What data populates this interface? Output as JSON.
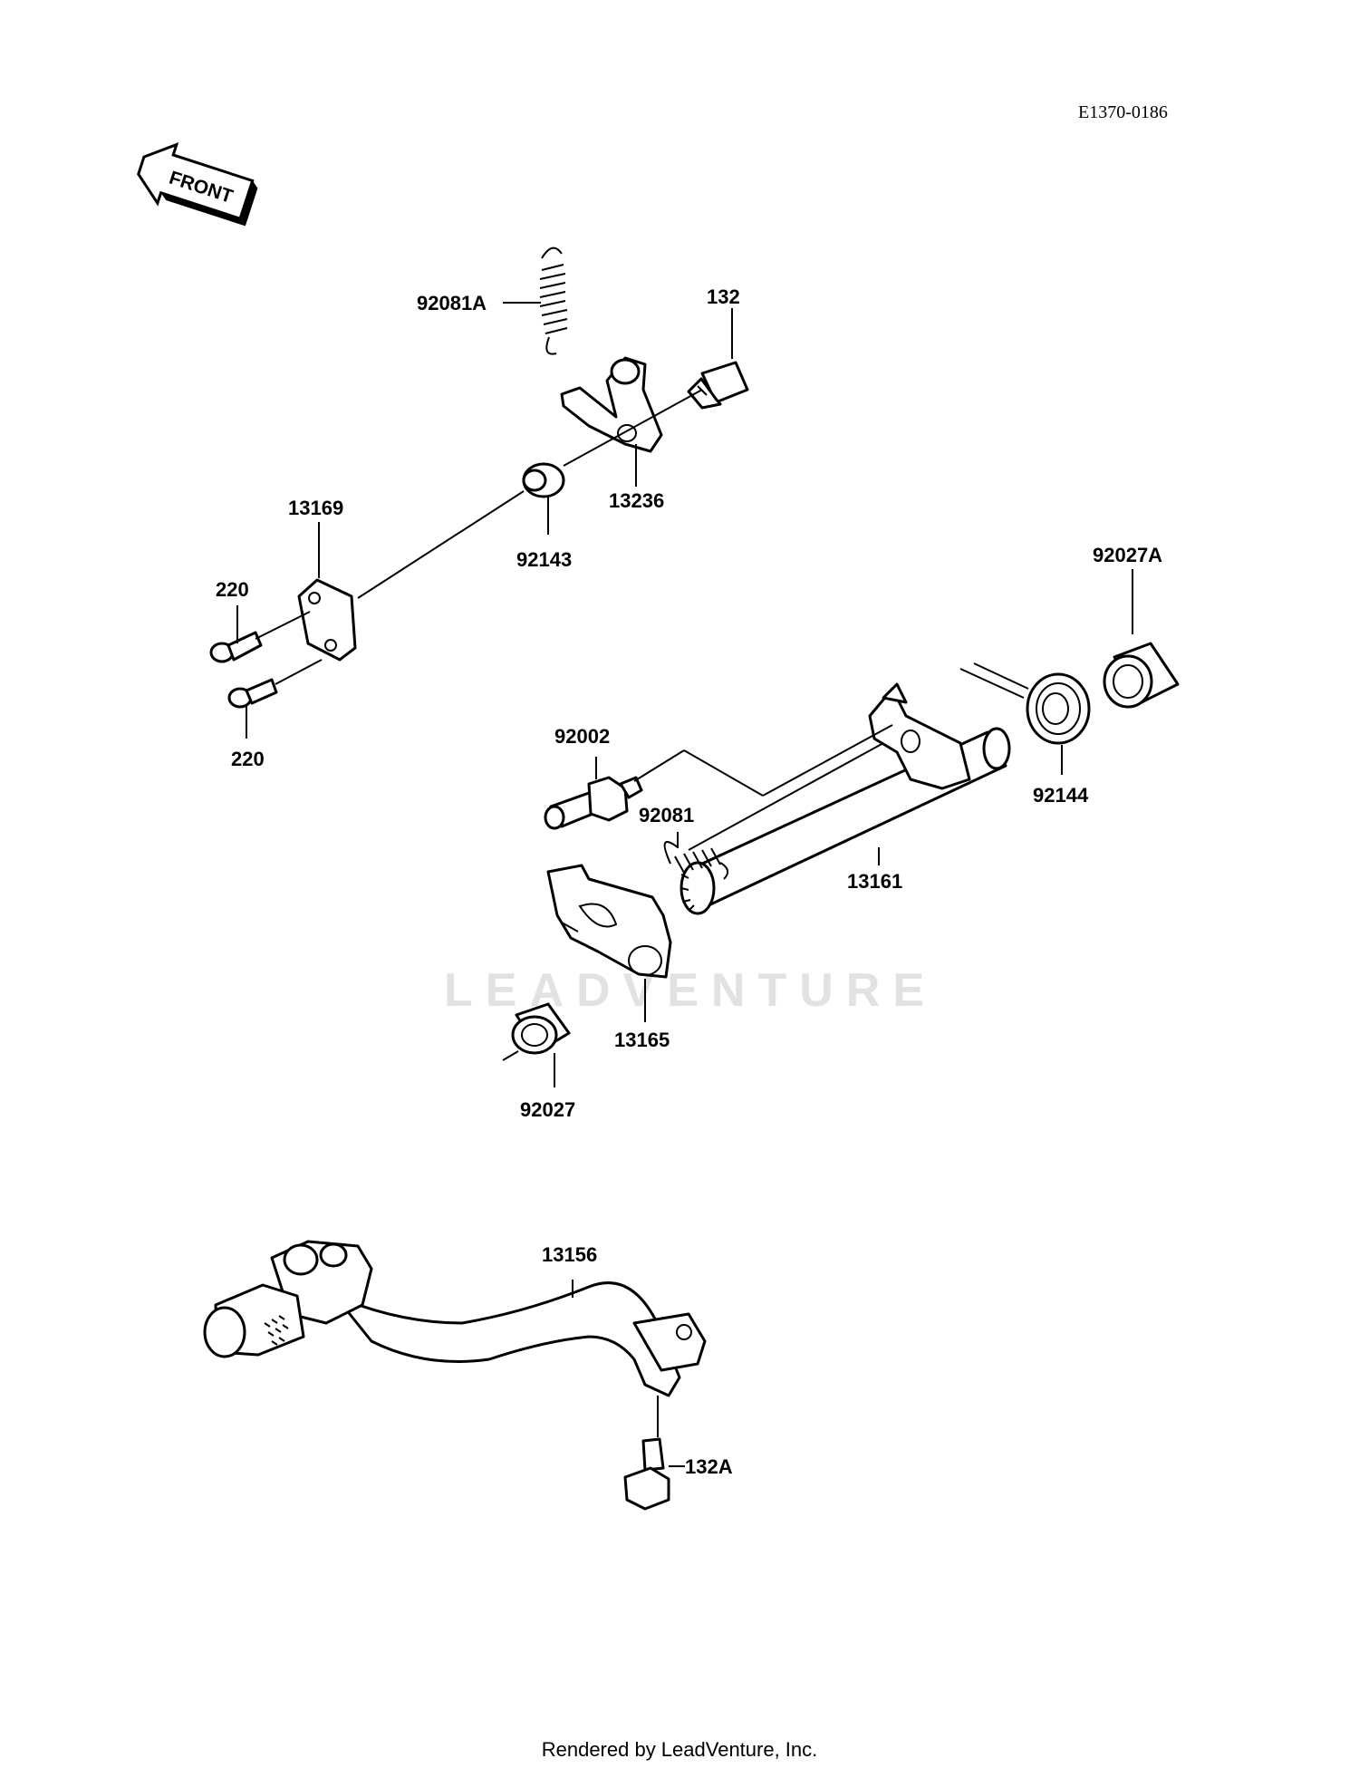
{
  "diagram_code": "E1370-0186",
  "front_label": "FRONT",
  "watermark": "LEADVENTURE",
  "footer": "Rendered by LeadVenture, Inc.",
  "part_labels": {
    "spring_a": "92081A",
    "bolt_132": "132",
    "lever_13236": "13236",
    "collar_92143": "92143",
    "plate_13169": "13169",
    "screw_220_top": "220",
    "screw_220_bottom": "220",
    "seal_92027a": "92027A",
    "bolt_92002": "92002",
    "spring_92081": "92081",
    "spring_92144": "92144",
    "shaft_13161": "13161",
    "arm_13165": "13165",
    "seal_92027": "92027",
    "pedal_13156": "13156",
    "bolt_132a": "132A"
  }
}
